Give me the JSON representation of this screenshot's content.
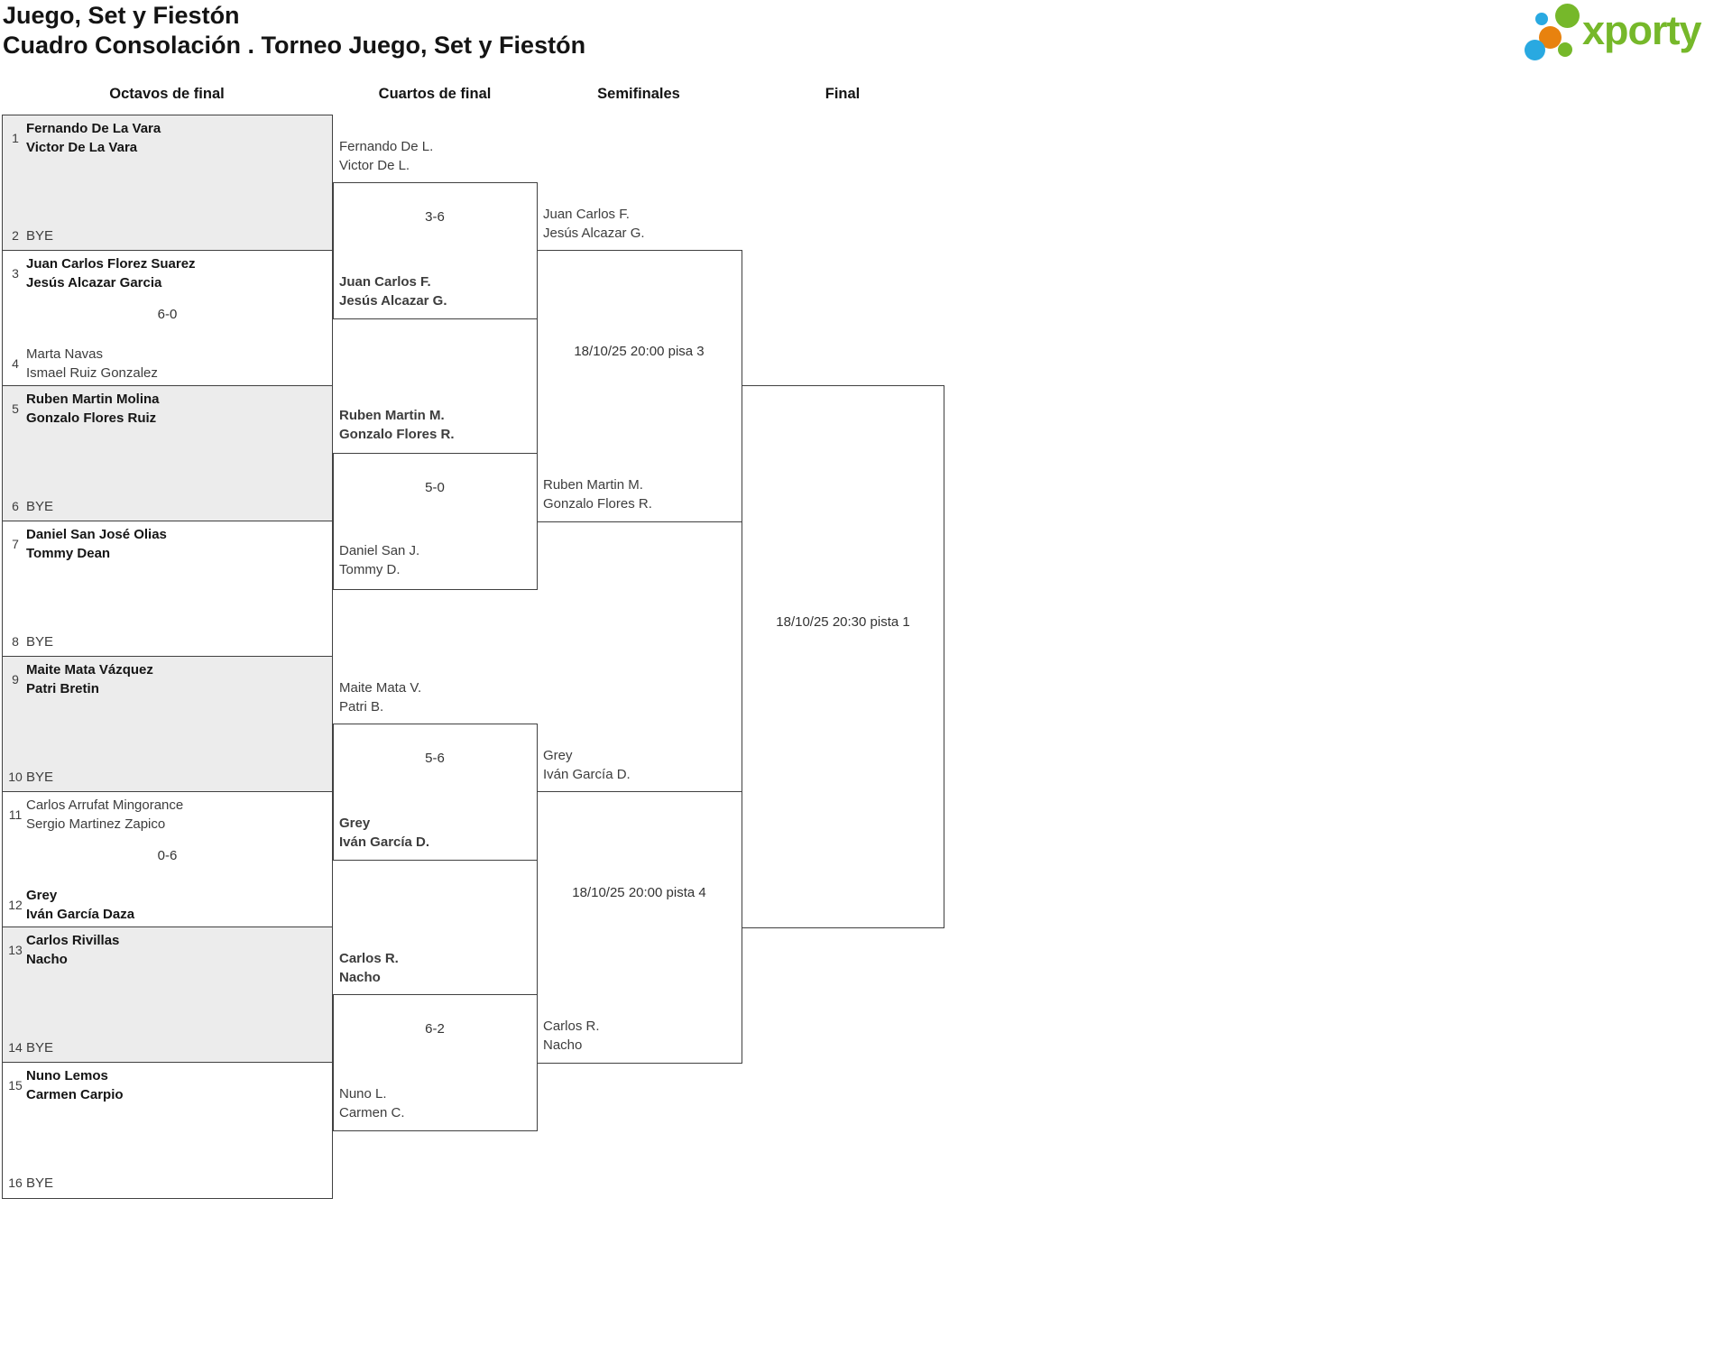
{
  "header": {
    "title_line1": "Juego, Set y Fiestón",
    "title_line2": "Cuadro Consolación . Torneo Juego, Set y Fiestón"
  },
  "logo": {
    "text": "xporty",
    "green": "#76b82a",
    "blue": "#29a9e1",
    "orange": "#e8820e"
  },
  "colors": {
    "shaded_box": "#ececec",
    "border": "#404040"
  },
  "rounds": [
    {
      "label": "Octavos de final"
    },
    {
      "label": "Cuartos de final"
    },
    {
      "label": "Semifinales"
    },
    {
      "label": "Final"
    }
  ],
  "octavos": [
    {
      "seed_top": "1",
      "top": [
        "Fernando De La Vara",
        "Victor De La Vara"
      ],
      "score": "",
      "seed_bottom": "2",
      "bottom": [
        "BYE"
      ]
    },
    {
      "seed_top": "3",
      "top": [
        "Juan Carlos Florez Suarez",
        "Jesús Alcazar Garcia"
      ],
      "score": "6-0",
      "seed_bottom": "4",
      "bottom": [
        "Marta Navas",
        "Ismael Ruiz Gonzalez"
      ]
    },
    {
      "seed_top": "5",
      "top": [
        "Ruben Martin Molina",
        "Gonzalo Flores Ruiz"
      ],
      "score": "",
      "seed_bottom": "6",
      "bottom": [
        "BYE"
      ]
    },
    {
      "seed_top": "7",
      "top": [
        "Daniel San José Olias",
        "Tommy Dean"
      ],
      "score": "",
      "seed_bottom": "8",
      "bottom": [
        "BYE"
      ]
    },
    {
      "seed_top": "9",
      "top": [
        "Maite Mata Vázquez",
        "Patri Bretin"
      ],
      "score": "",
      "seed_bottom": "10",
      "bottom": [
        "BYE"
      ]
    },
    {
      "seed_top": "11",
      "top": [
        "Carlos Arrufat Mingorance",
        "Sergio Martinez Zapico"
      ],
      "score": "0-6",
      "seed_bottom": "12",
      "bottom": [
        "Grey",
        "Iván García Daza"
      ]
    },
    {
      "seed_top": "13",
      "top": [
        "Carlos Rivillas",
        "Nacho"
      ],
      "score": "",
      "seed_bottom": "14",
      "bottom": [
        "BYE"
      ]
    },
    {
      "seed_top": "15",
      "top": [
        "Nuno Lemos",
        "Carmen Carpio"
      ],
      "score": "",
      "seed_bottom": "16",
      "bottom": [
        "BYE"
      ]
    }
  ],
  "cuartos": [
    {
      "team1": [
        "Fernando De L.",
        "Victor De L."
      ],
      "score": "3-6",
      "team2": [
        "Juan Carlos F.",
        "Jesús Alcazar G."
      ]
    },
    {
      "team1": [
        "Ruben Martin M.",
        "Gonzalo Flores R."
      ],
      "score": "5-0",
      "team2": [
        "Daniel San J.",
        "Tommy D."
      ]
    },
    {
      "team1": [
        "Maite Mata V.",
        "Patri B."
      ],
      "score": "5-6",
      "team2": [
        "Grey",
        "Iván García D."
      ]
    },
    {
      "team1": [
        "Carlos R.",
        "Nacho"
      ],
      "score": "6-2",
      "team2": [
        "Nuno L.",
        "Carmen C."
      ]
    }
  ],
  "semifinales": [
    {
      "team1": [
        "Juan Carlos F.",
        "Jesús Alcazar G."
      ],
      "team2": [
        "Ruben Martin M.",
        "Gonzalo Flores R."
      ],
      "schedule": "18/10/25 20:00 pisa 3"
    },
    {
      "team1": [
        "Grey",
        "Iván García D."
      ],
      "team2": [
        "Carlos R.",
        "Nacho"
      ],
      "schedule": "18/10/25 20:00 pista 4"
    }
  ],
  "final": {
    "schedule": "18/10/25 20:30 pista 1"
  }
}
